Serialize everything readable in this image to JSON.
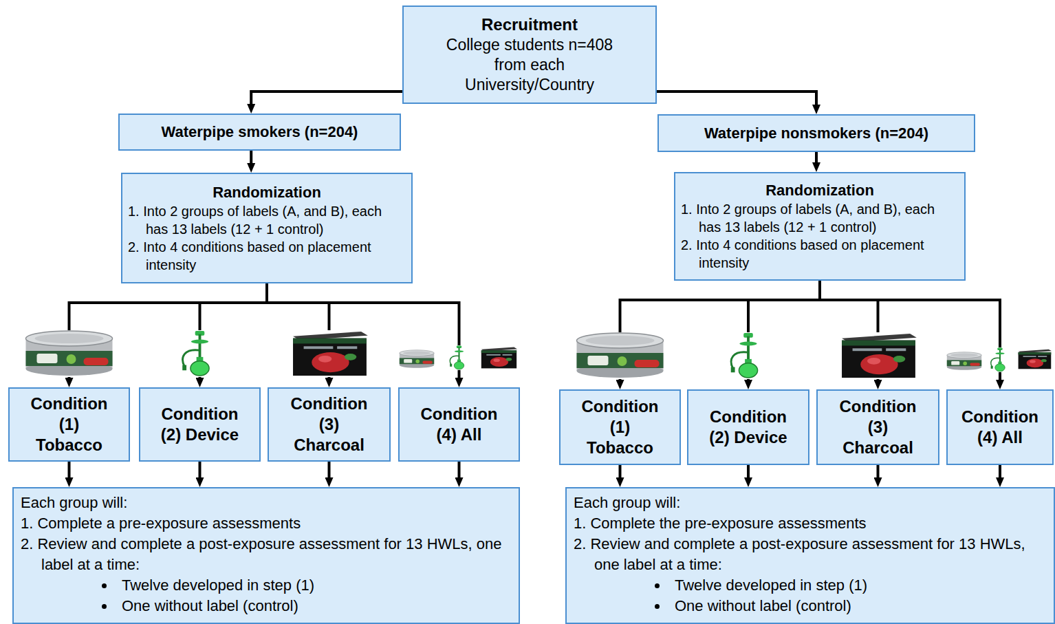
{
  "diagram": {
    "nodes": [
      {
        "text": [
          "Recruitment",
          "College students n=408 from each University/Country"
        ]
      },
      {
        "text": [
          "Waterpipe smokers (n=204)"
        ]
      },
      {
        "text": [
          "Waterpipe nonsmokers (n=204)"
        ]
      },
      {
        "text": [
          "Randomization",
          "1. Into 2 groups of labels (A, and B), each has 13 labels (12 + 1 control)",
          "2. Into 4 conditions based on placement intensity"
        ]
      },
      {
        "text": [
          "Randomization",
          "1. Into 2 groups of labels (A, and B), each has 13 labels (12 + 1 control)",
          "2. Into 4 conditions based on placement intensity"
        ]
      },
      {
        "text": [
          "Condition (1) Tobacco"
        ]
      },
      {
        "text": [
          "Condition (2) Device"
        ]
      },
      {
        "text": [
          "Condition (3) Charcoal"
        ]
      },
      {
        "text": [
          "Condition (4) All"
        ]
      },
      {
        "text": [
          "Condition (1) Tobacco"
        ]
      },
      {
        "text": [
          "Condition (2) Device"
        ]
      },
      {
        "text": [
          "Condition (3) Charcoal"
        ]
      },
      {
        "text": [
          "Condition (4) All"
        ]
      },
      {
        "text": [
          "Each group will:",
          "1. Complete a pre-exposure assessments",
          "2. Review and complete a post-exposure assessment for 13 HWLs, one label at a time:",
          "Twelve developed in step (1)",
          "One without label (control)"
        ]
      },
      {
        "text": [
          "Each group will:",
          "1. Complete the pre-exposure assessments",
          "2. Review and complete a post-exposure assessment for 13 HWLs, one label at a time:",
          "Twelve developed in step (1)",
          "One without label (control)"
        ]
      }
    ],
    "edges": [
      {
        "from": 0,
        "to": 1,
        "arrow": "to"
      },
      {
        "from": 0,
        "to": 2,
        "arrow": "to"
      },
      {
        "from": 1,
        "to": 3,
        "arrow": "to"
      },
      {
        "from": 2,
        "to": 4,
        "arrow": "to"
      },
      {
        "from": 3,
        "to": 5,
        "arrow": "to"
      },
      {
        "from": 3,
        "to": 6,
        "arrow": "to"
      },
      {
        "from": 3,
        "to": 7,
        "arrow": "to"
      },
      {
        "from": 3,
        "to": 8,
        "arrow": "to"
      },
      {
        "from": 4,
        "to": 9,
        "arrow": "to"
      },
      {
        "from": 4,
        "to": 10,
        "arrow": "to"
      },
      {
        "from": 4,
        "to": 11,
        "arrow": "to"
      },
      {
        "from": 4,
        "to": 12,
        "arrow": "to"
      },
      {
        "from": 5,
        "to": 13,
        "arrow": "to"
      },
      {
        "from": 6,
        "to": 13,
        "arrow": "to"
      },
      {
        "from": 7,
        "to": 13,
        "arrow": "to"
      },
      {
        "from": 8,
        "to": 13,
        "arrow": "to"
      },
      {
        "from": 9,
        "to": 14,
        "arrow": "to"
      },
      {
        "from": 10,
        "to": 14,
        "arrow": "to"
      },
      {
        "from": 11,
        "to": 14,
        "arrow": "to"
      },
      {
        "from": 12,
        "to": 14,
        "arrow": "to"
      }
    ]
  }
}
